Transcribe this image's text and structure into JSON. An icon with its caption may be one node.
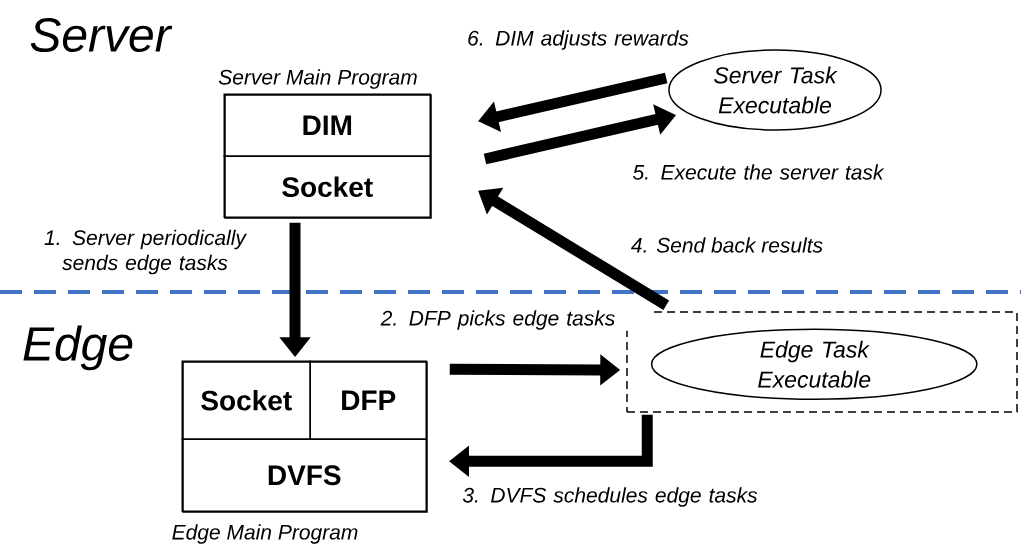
{
  "diagram": {
    "nodes": [
      {
        "text": [
          "Server Main Program"
        ]
      },
      {
        "text": [
          "DIM"
        ],
        "in": 0
      },
      {
        "text": [
          "Socket"
        ],
        "in": 0
      },
      {
        "text": [
          "Server Task Executable"
        ]
      },
      {
        "text": [
          "Edge Main Program"
        ]
      },
      {
        "text": [
          "Socket"
        ],
        "in": 4
      },
      {
        "text": [
          "DFP"
        ],
        "in": 4
      },
      {
        "text": [
          "DVFS"
        ],
        "in": 4
      },
      {
        "text": [],
        "shape": "box"
      },
      {
        "text": [
          "Edge Task Executable"
        ],
        "in": 8
      }
    ],
    "edges": [
      {
        "from": 3,
        "to": 1,
        "arrow": "to",
        "label": "6. DIM adjusts rewards"
      },
      {
        "from": 1,
        "to": 3,
        "arrow": "to",
        "label": "5. Execute the server task"
      },
      {
        "from": 0,
        "to": 4,
        "arrow": "to",
        "label": "1. Server periodically sends edge tasks"
      },
      {
        "from": 8,
        "to": 2,
        "arrow": "to",
        "label": "4. Send back results"
      },
      {
        "from": 4,
        "to": 8,
        "arrow": "to",
        "label": "2. DFP picks edge tasks"
      },
      {
        "from": 8,
        "to": 7,
        "arrow": "to",
        "label": "3. DVFS schedules edge tasks"
      }
    ],
    "labels": [
      "Server",
      "Edge"
    ]
  }
}
